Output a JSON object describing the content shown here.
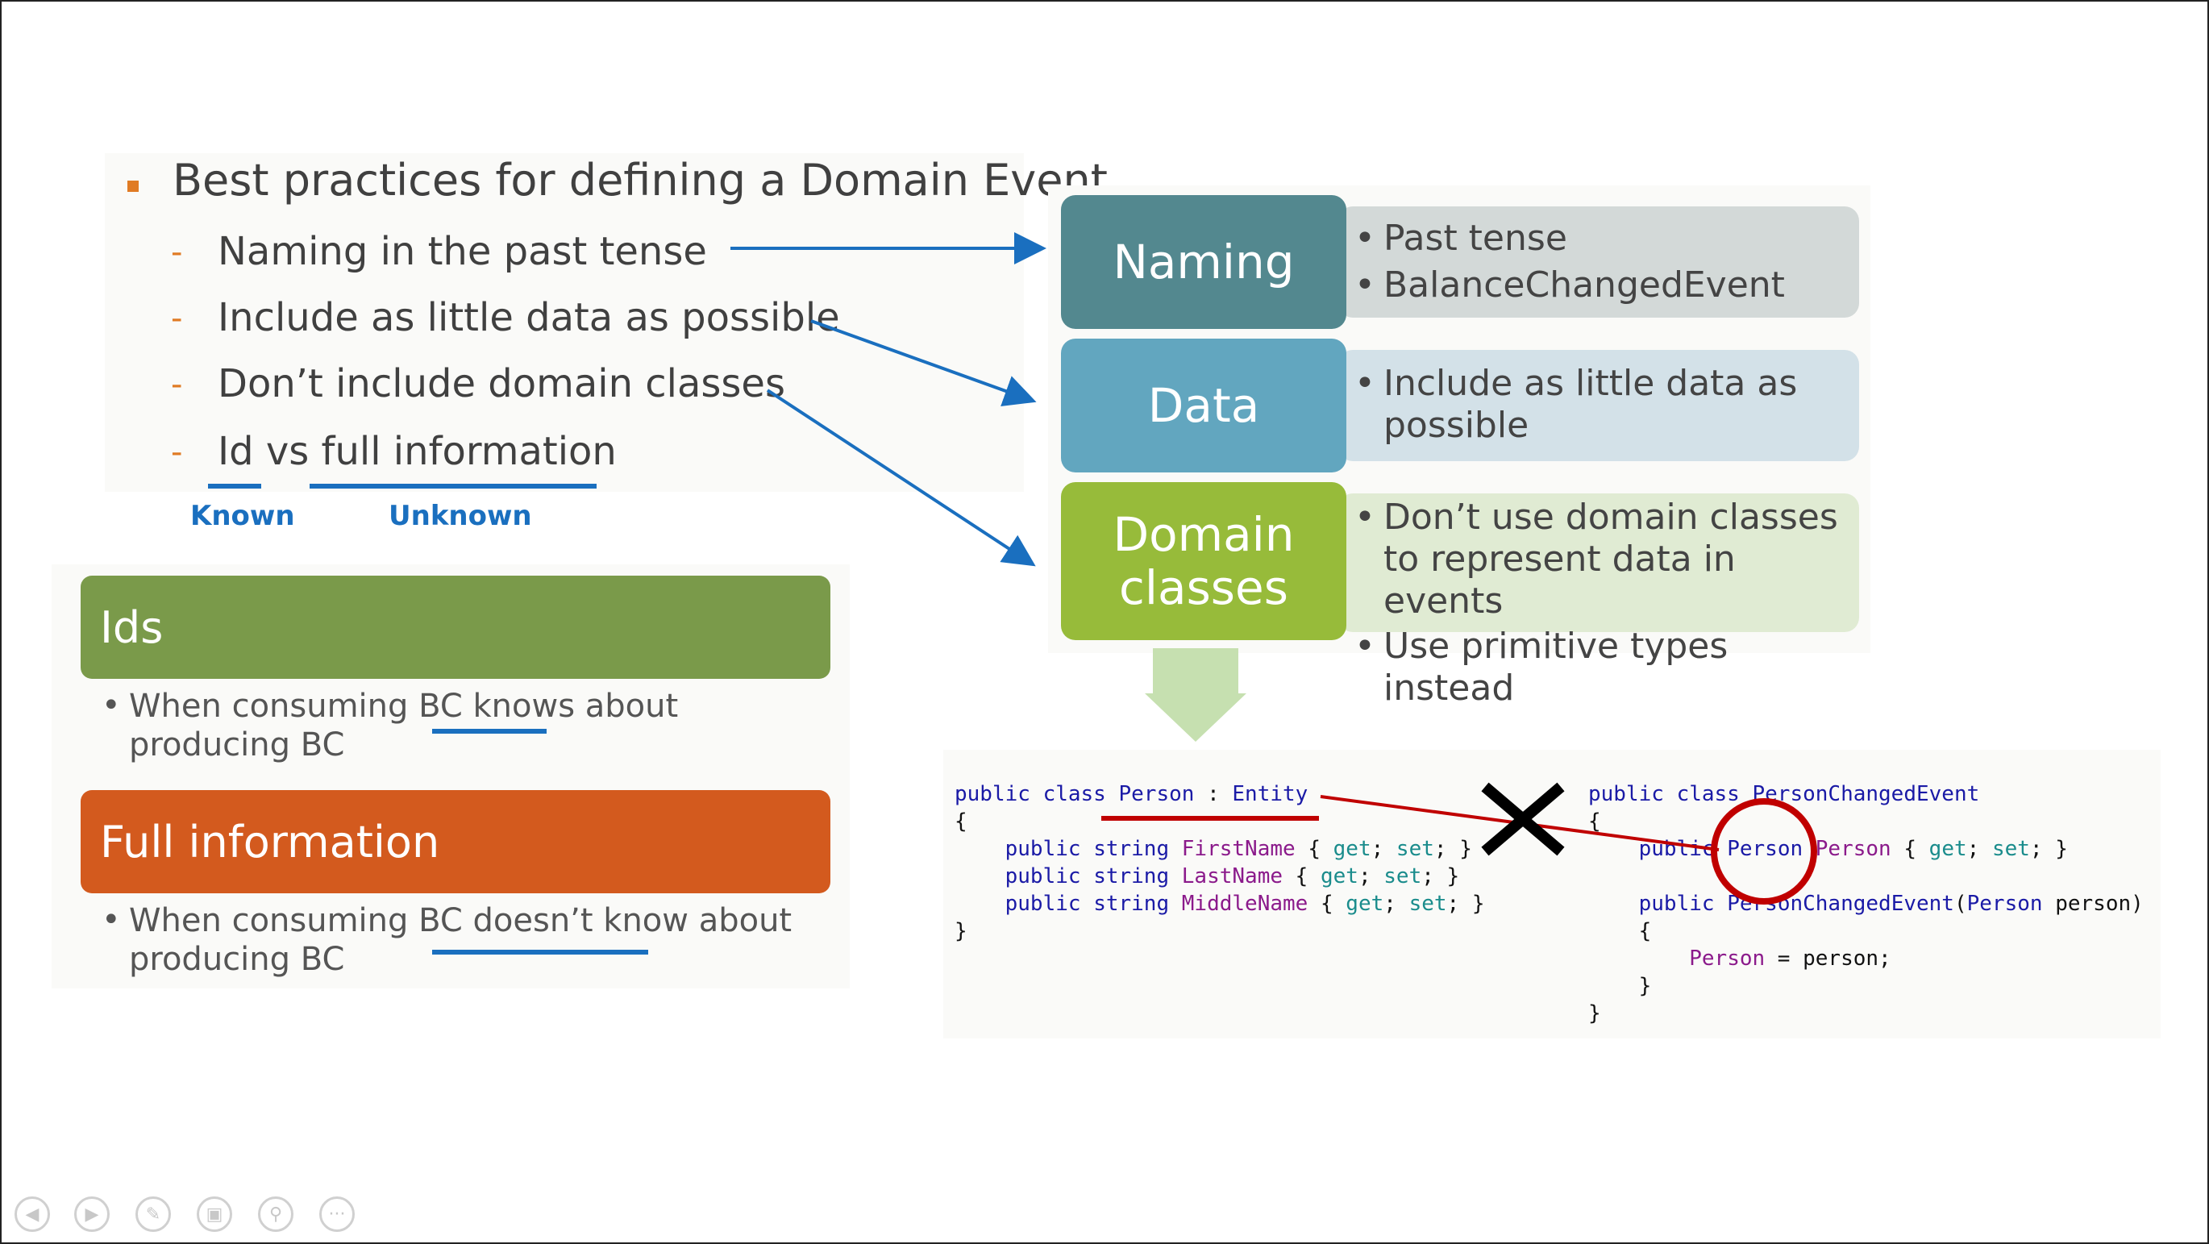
{
  "slide": {
    "heading": "Best practices for defining a Domain Event",
    "points": [
      "Naming in the past tense",
      "Include as little data as possible",
      "Don’t include domain classes",
      "Id vs full information"
    ],
    "known_label": "Known",
    "unknown_label": "Unknown"
  },
  "ids": {
    "title": "Ids",
    "note": "When consuming BC knows about producing BC"
  },
  "full_info": {
    "title": "Full information",
    "note": "When consuming BC doesn’t know about producing BC"
  },
  "boxes": [
    {
      "title": "Naming",
      "color": "#53888f",
      "bullets": [
        "Past tense",
        "BalanceChangedEvent"
      ],
      "desc_color": "#d3d9d8"
    },
    {
      "title": "Data",
      "color": "#62a6bf",
      "bullets": [
        "Include as little data as possible"
      ],
      "desc_color": "#d3e1e8"
    },
    {
      "title": "Domain classes",
      "color": "#97bb3a",
      "bullets": [
        "Don’t use domain classes to represent data in events",
        "Use primitive types instead"
      ],
      "desc_color": "#e0ebd3"
    }
  ],
  "code_left": {
    "line1": [
      "public class ",
      "Person",
      " : ",
      "Entity"
    ],
    "open": "{",
    "props": [
      [
        "public string ",
        "FirstName",
        " { ",
        "get",
        "; ",
        "set",
        "; }"
      ],
      [
        "public string ",
        "LastName",
        " { ",
        "get",
        "; ",
        "set",
        "; }"
      ],
      [
        "public string ",
        "MiddleName",
        " { ",
        "get",
        "; ",
        "set",
        "; }"
      ]
    ],
    "close": "}"
  },
  "code_right": {
    "line1": [
      "public class ",
      "PersonChangedEvent"
    ],
    "open": "{",
    "prop": [
      "public ",
      "Person",
      " ",
      "Person",
      " { ",
      "get",
      "; ",
      "set",
      "; }"
    ],
    "ctor": [
      "public ",
      "PersonChangedEvent",
      "(",
      "Person",
      " person)"
    ],
    "open2": "{",
    "assign": [
      "Person",
      " = person;"
    ],
    "close2": "}",
    "close": "}"
  },
  "nav_icons": [
    "back-icon",
    "forward-icon",
    "pen-icon",
    "slides-icon",
    "zoom-icon",
    "more-icon"
  ]
}
